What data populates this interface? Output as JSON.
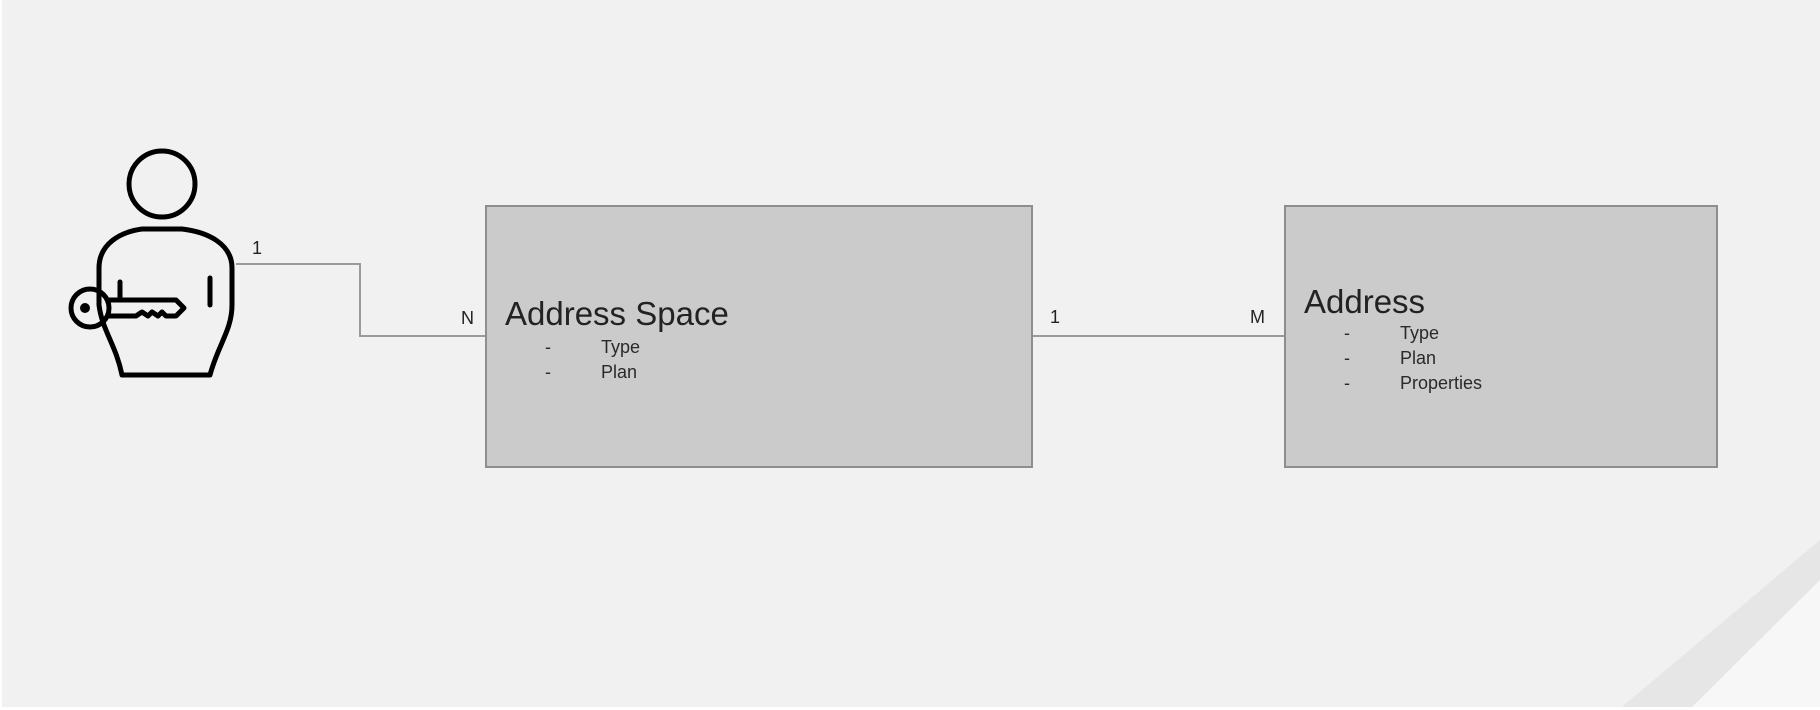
{
  "colors": {
    "canvas_bg": "#f1f1f1",
    "entity_fill": "#cbcbcb",
    "entity_border": "#8e8e8e",
    "connector": "#9a9a9a",
    "icon_stroke": "#000000"
  },
  "actor": {
    "icon": "user-with-key-icon"
  },
  "entities": {
    "address_space": {
      "title": "Address Space",
      "attributes": [
        {
          "dash": "-",
          "label": "Type"
        },
        {
          "dash": "-",
          "label": "Plan"
        }
      ]
    },
    "address": {
      "title": "Address",
      "attributes": [
        {
          "dash": "-",
          "label": "Type"
        },
        {
          "dash": "-",
          "label": "Plan"
        },
        {
          "dash": "-",
          "label": "Properties"
        }
      ]
    }
  },
  "relations": {
    "actor_to_address_space": {
      "from_card": "1",
      "to_card": "N"
    },
    "address_space_to_address": {
      "from_card": "1",
      "to_card": "M"
    }
  }
}
